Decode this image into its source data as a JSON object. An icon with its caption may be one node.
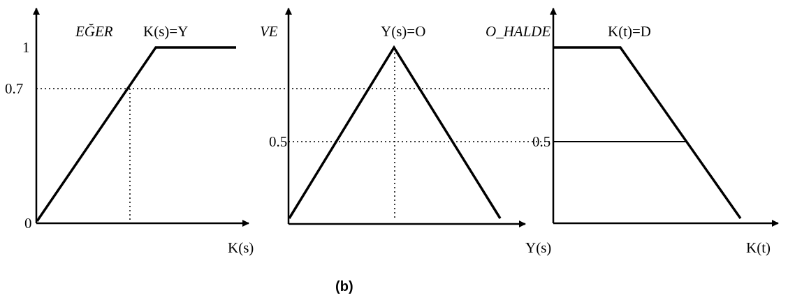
{
  "diagram": {
    "caption": "(b)",
    "labels": [
      "EĞER",
      "K(s)=Y",
      "VE",
      "Y(s)=O",
      "O_HALDE",
      "K(t)=D",
      "1",
      "0.7",
      "0.5",
      "0.5",
      "0",
      "K(s)",
      "Y(s)",
      "K(t)"
    ]
  }
}
